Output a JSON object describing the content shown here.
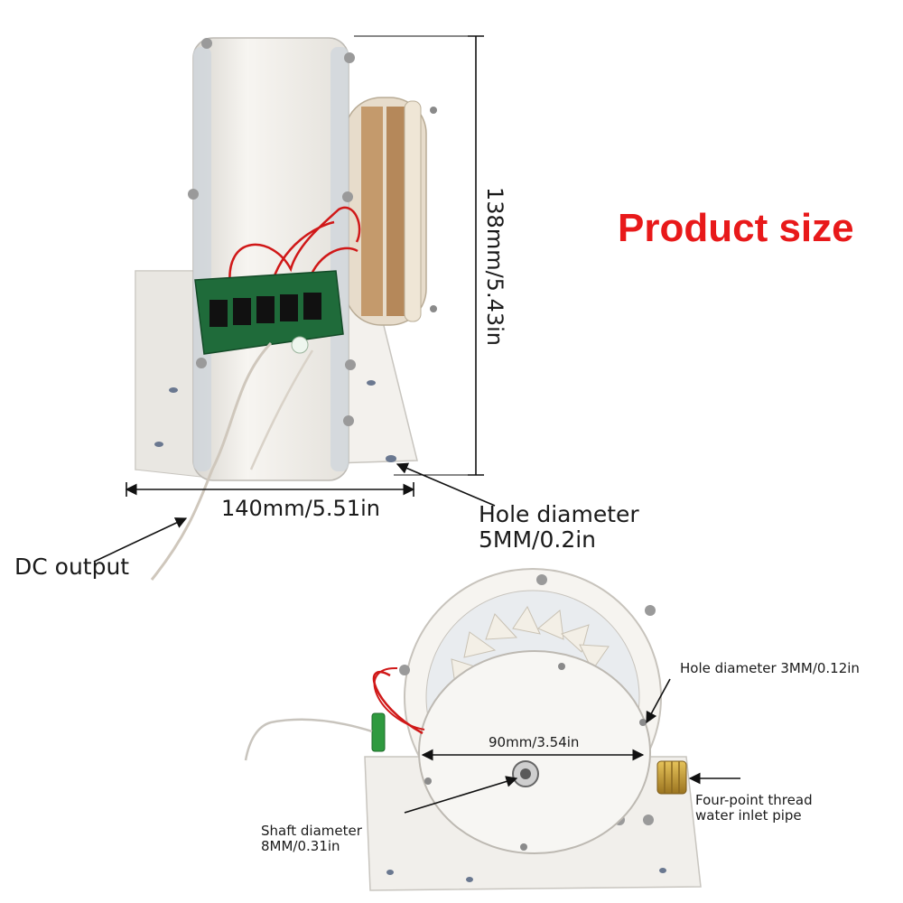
{
  "product_title": "Product size",
  "dimensions": {
    "height": "138mm/5.43in",
    "width": "140mm/5.51in",
    "disc_diameter": "90mm/3.54in"
  },
  "labels": {
    "dc_output": "DC output",
    "hole_diameter_base_line1": "Hole diameter",
    "hole_diameter_base_line2": "5MM/0.2in",
    "hole_diameter_small": "Hole diameter 3MM/0.12in",
    "shaft_line1": "Shaft diameter",
    "shaft_line2": "8MM/0.31in",
    "inlet_line1": "Four-point thread",
    "inlet_line2": "water inlet pipe"
  },
  "colors": {
    "title": "#e8191a",
    "text": "#1a1a1a",
    "device_body": "#f2f0ec",
    "pcb": "#1f6b3a",
    "wire": "#d01818",
    "brass": "#c9a03a"
  }
}
